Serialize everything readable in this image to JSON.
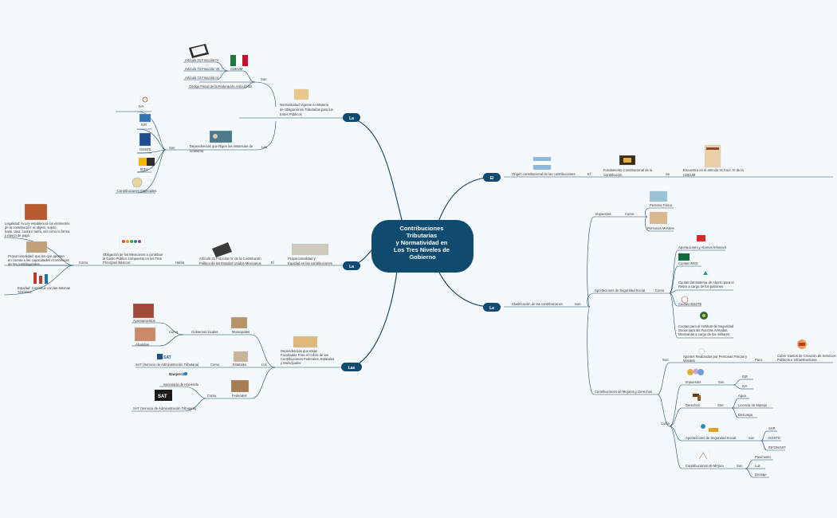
{
  "central": {
    "lines": [
      "Contribuciones",
      "Tributarias",
      "y Normatividad en",
      "Los Tres Niveles de",
      "Gobierno"
    ]
  },
  "branches": {
    "la_norm": {
      "label": "La",
      "node": [
        "Normatividad Vigente en Materia",
        "de Obligaciones Tributarias para los",
        "Entes Públicos"
      ],
      "son": "Son",
      "constitucion": "CDEUM",
      "articulos": [
        "Artículo 31 Fracción IV",
        "Artículo 73 Fracción VII",
        "Artículo 74 Fracción IV"
      ],
      "codigo": "Código Fiscal de la Federación Artículo 33",
      "las": "Las",
      "dependencias": [
        "Dependencias que Rigen las instancias de",
        "Gobierno"
      ],
      "son2": "Son",
      "institutions": [
        "IVA",
        "ISR",
        "ISSSTE",
        "IETU",
        "Contribuciones Especiales"
      ]
    },
    "la_prop": {
      "label": "La",
      "node": [
        "Proporcionalidad y",
        "Equidad en las contribuciones"
      ],
      "el": "El",
      "articulo": [
        "Artículo 31 Fracción IV, de la Constitución",
        "Política de los Estados Unidos Mexicanos"
      ],
      "habla": "Habla",
      "obligacion": [
        "Obligación de los Mexicanos a contribuir",
        "al Gasto Público compuesto en los Tres",
        "Principios Básicos:"
      ],
      "como": "Como",
      "principles": [
        [
          "Legalidad: la Ley establecerá los elementos",
          "de la contribución: el objeto, sujeto,",
          "base, tasa, cuota o tarifa, así como la forma",
          "y época de pago."
        ],
        [
          "Proporcionalidad: que los que aportan",
          "en cuenta a las capacidades económicas",
          "de los contribuyentes."
        ],
        [
          "Equidad: Contribuir con las Mismas",
          "Términos."
        ]
      ]
    },
    "las": {
      "label": "Las",
      "node": [
        "Dependencias que están",
        "Facultadas Para el Cobro de las",
        "Contribuciones Federales, Estatales",
        "y Municipales"
      ],
      "los": "Los",
      "municipales": "Municipales",
      "gobiernos_locales": "Gobiernos locales",
      "como": "Como",
      "ayuntamientos": "Ayuntamientos",
      "alcaldias": "Alcaldías",
      "estatales": "Estatales",
      "como2": "Como",
      "sat_estatal": "SAT (Servicio de Administración Tributaria)",
      "federales": "Federales",
      "como3": "Como",
      "banjercito": "Banjercito",
      "secretaria": "Secretaría de Hacienda",
      "sat_federal": "SAT (Servicio de Administración Tributaria)"
    },
    "el": {
      "label": "El",
      "origen": "Origen constitucional de las contribuciones",
      "el_mid": "El",
      "fundamento": [
        "Fundamento Constitucional de la",
        "Contribución"
      ],
      "se": "Se",
      "encuentra": [
        "Encuentra en el artículo 31 fracc IV de la",
        "CDEUM"
      ]
    },
    "la_clas": {
      "label": "La",
      "clasificacion": "Clasificación de las contribuciones",
      "son": "Son",
      "impuestos": "Impuestos",
      "como": "Como",
      "persona_fisica": "Persona Física",
      "personas_morales": "Personas Morales",
      "aportaciones": "Aportaciones de Seguridad Social",
      "como2": "Como",
      "aportaciones_items": [
        [
          "Aportaciones y Abonos Infonavit"
        ],
        [
          "Cuotas IMSS"
        ],
        [
          "Cuotas del Sistema de Ahorro para el",
          "Retiro a cargo de los patrones"
        ],
        [
          "Cuotas ISSSTE"
        ],
        [
          "Cuotas para el Instituto de Seguridad",
          "Social para las Fuerzas Armadas",
          "Mexicanas a cargo de los militares"
        ]
      ],
      "mejoras": "Contribuciones de Mejoras y Derechos",
      "son2": "Son",
      "aportes": [
        "Aportes Realizados por Personas Físicas y",
        "Morales"
      ],
      "para": "Para",
      "cubrir": [
        "Cubrir Gastos de Creación de Servicios",
        "Públicos e Infraestructuras"
      ],
      "como3": "Como",
      "impuestos2": "Impuestos",
      "son_imp": "Son",
      "imp_items": [
        "ISR",
        "IVA"
      ],
      "derechos": "Derechos",
      "son_der": "Son",
      "der_items": [
        "Agua",
        "Licencia de Manejo",
        "Descarga"
      ],
      "aport_ss": "Aportaciones de Seguridad Social",
      "son_ss": "Son",
      "ss_items": [
        "SAR",
        "ISSSTE",
        "INFONAVIT"
      ],
      "contrib_mejoras": "Contribuciones de Mejora",
      "son_cm": "Son",
      "cm_items": [
        "Pavimento",
        "Luz",
        "Drenaje"
      ]
    }
  },
  "colors": {
    "central_fill": "#0e4b6e",
    "node_fill": "#0e4b6e",
    "line": "#123d5a",
    "background": "#f4f9fd"
  }
}
